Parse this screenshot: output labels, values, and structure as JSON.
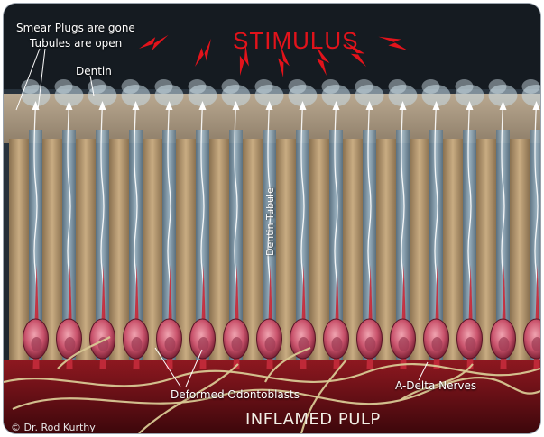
{
  "diagram": {
    "title": "STIMULUS",
    "labels": {
      "smear_line1": "Smear Plugs are gone",
      "smear_line2": "Tubules are open",
      "dentin": "Dentin",
      "dentin_tubule": "Dentin Tubule",
      "deformed_odontoblasts": "Deformed Odontoblasts",
      "a_delta_nerves": "A-Delta Nerves",
      "inflamed_pulp": "INFLAMED PULP",
      "copyright": "© Dr. Rod Kurthy"
    },
    "colors": {
      "stimulus": "#e2131b",
      "background": "#0b0e12",
      "dentin": "#b79a72",
      "tubule": "#8aa7b8",
      "odontoblast": "#c9536c",
      "nerve": "#d8c893",
      "pulp": "#6b0f15"
    },
    "icons": [
      "lightning-bolt-icon",
      "fluid-flow-arrow-icon"
    ]
  }
}
